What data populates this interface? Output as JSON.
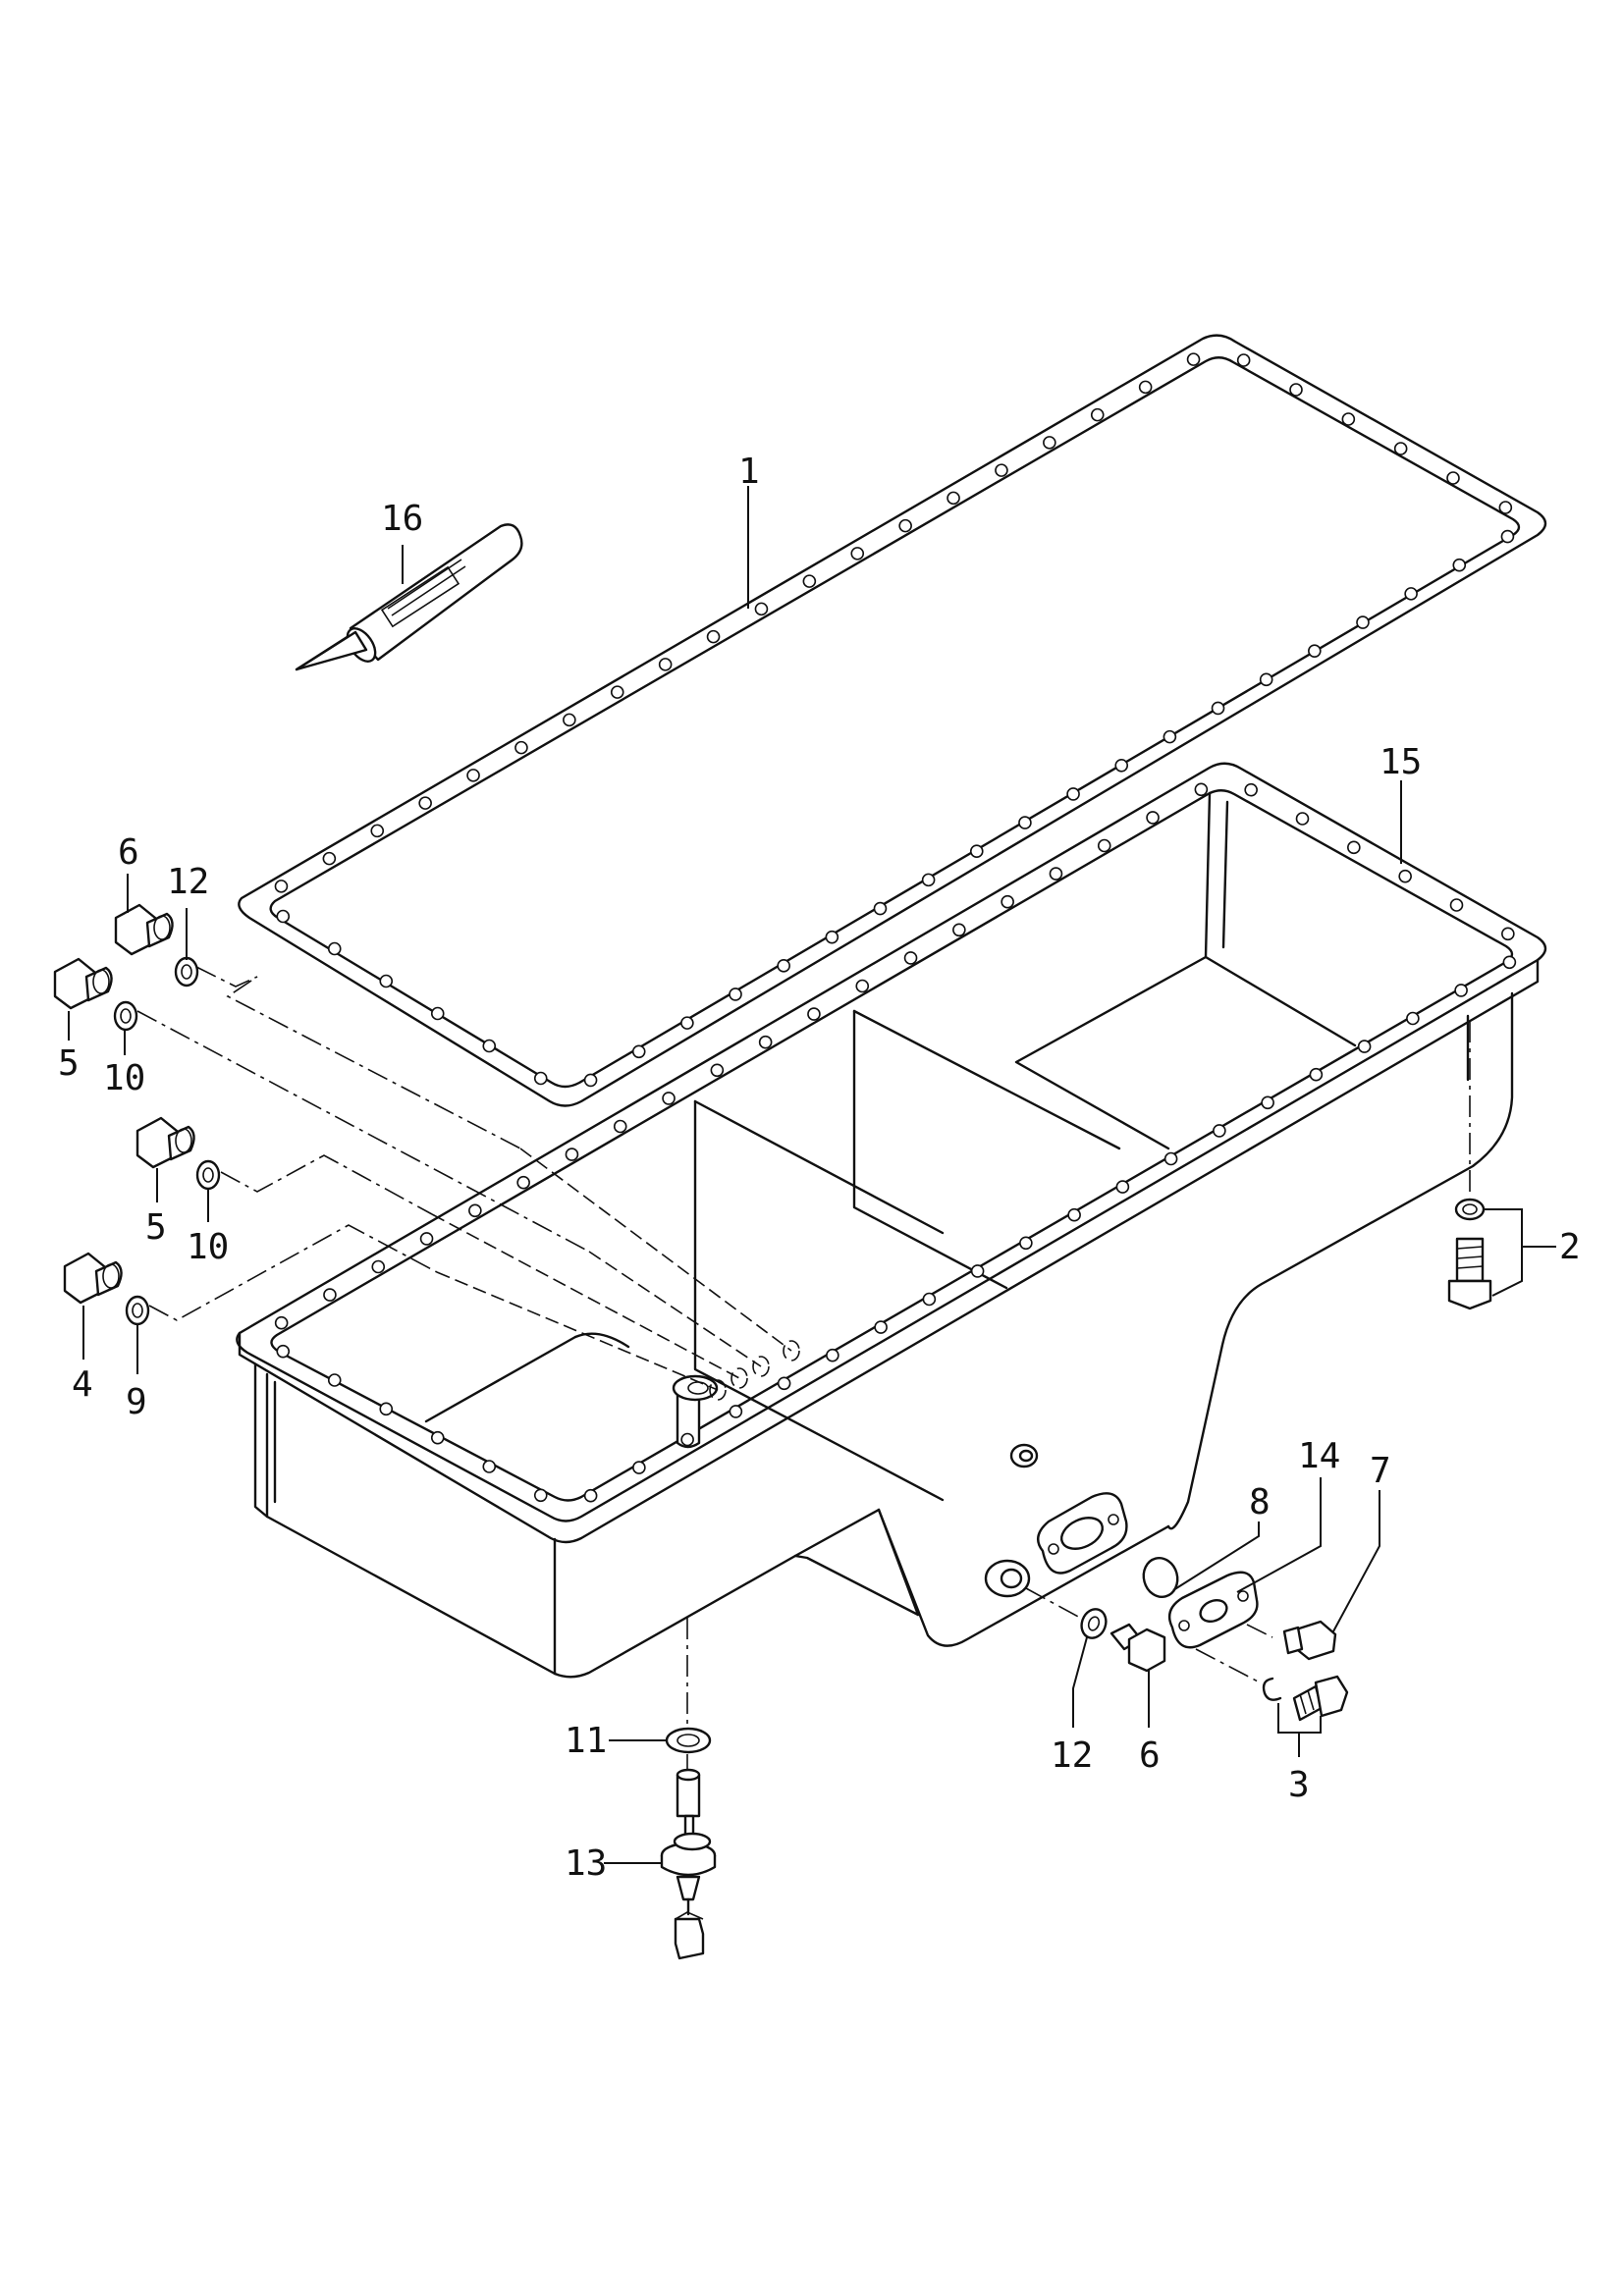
{
  "callouts": {
    "c1": "1",
    "c16": "16",
    "c15": "15",
    "c6a": "6",
    "c12a": "12",
    "c5a": "5",
    "c10a": "10",
    "c5b": "5",
    "c10b": "10",
    "c4": "4",
    "c9": "9",
    "c2": "2",
    "c8": "8",
    "c14": "14",
    "c7": "7",
    "c11": "11",
    "c13": "13",
    "c12b": "12",
    "c6b": "6",
    "c3": "3"
  },
  "parts": [
    {
      "id": "1",
      "icon": "gasket-icon"
    },
    {
      "id": "2",
      "icon": "bolt-washer-icon"
    },
    {
      "id": "3",
      "icon": "bolt-washer-icon"
    },
    {
      "id": "4",
      "icon": "bolt-icon"
    },
    {
      "id": "5",
      "icon": "bolt-icon"
    },
    {
      "id": "6",
      "icon": "bolt-icon"
    },
    {
      "id": "7",
      "icon": "plug-icon"
    },
    {
      "id": "8",
      "icon": "o-ring-icon"
    },
    {
      "id": "9",
      "icon": "washer-icon"
    },
    {
      "id": "10",
      "icon": "washer-icon"
    },
    {
      "id": "11",
      "icon": "washer-icon"
    },
    {
      "id": "12",
      "icon": "washer-icon"
    },
    {
      "id": "13",
      "icon": "drain-plug-icon"
    },
    {
      "id": "14",
      "icon": "flange-gasket-icon"
    },
    {
      "id": "15",
      "icon": "oil-pan-icon"
    },
    {
      "id": "16",
      "icon": "sealant-tube-icon"
    }
  ]
}
